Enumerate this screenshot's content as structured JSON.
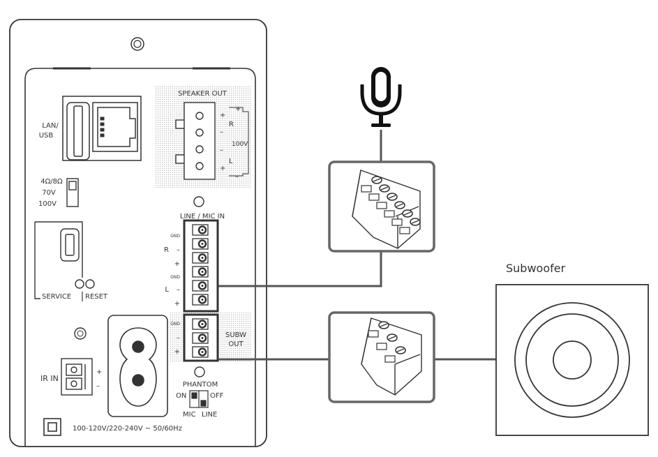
{
  "panel": {
    "speaker_out_label": "SPEAKER OUT",
    "speaker_plus_r_top": "+",
    "speaker_plus_right": "+",
    "speaker_minus_r": "–",
    "speaker_r": "R",
    "speaker_100v": "100V",
    "speaker_minus_l": "–",
    "speaker_l": "L",
    "speaker_plus_l": "+",
    "speaker_minus_right": "–",
    "lan_usb_line1": "LAN/",
    "lan_usb_line2": "USB",
    "impedance_line1": "4Ω/8Ω",
    "impedance_line2": "70V",
    "impedance_line3": "100V",
    "line_mic_in_label": "LINE / MIC IN",
    "gnd": "GND",
    "r": "R",
    "l": "L",
    "minus": "–",
    "plus": "+",
    "service_label": "SERVICE",
    "reset_label": "RESET",
    "subw_out_line1": "SUBW",
    "subw_out_line2": "OUT",
    "ir_in_label": "IR IN",
    "phantom_label": "PHANTOM",
    "on_label": "ON",
    "off_label": "OFF",
    "mic_label": "MIC",
    "line_label": "LINE",
    "power_spec": "100-120V/220-240V ∼ 50/60Hz"
  },
  "subwoofer": {
    "label": "Subwoofer"
  },
  "colors": {
    "line": "#333333",
    "connector_line": "#555555",
    "connector_box_border": "#666666",
    "connector_fill": "#ffffff",
    "dotted_area": "#e8e8e8"
  }
}
